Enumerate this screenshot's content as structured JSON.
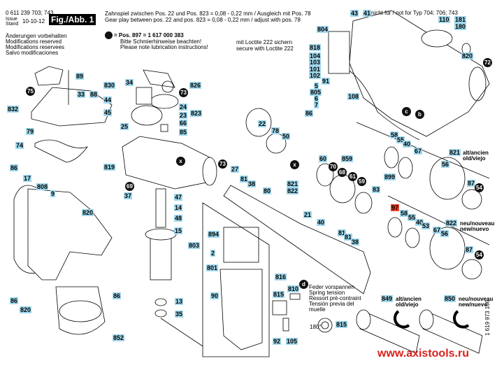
{
  "header": {
    "part_number": "0 611 239 703; 743",
    "issue_label": "Issue",
    "stand_label": "Stand",
    "date": "10-10-12",
    "figure": "Fig./Abb. 1",
    "changes": [
      "Änderungen vorbehalten",
      "Modifications reserved",
      "Modifications reservees",
      "Salvo modificaciones"
    ],
    "gear_play_de": "Zahnspiel zwischen Pos. 22 und Pos. 823  = 0,08 - 0,22 mm / Ausgleich mit Pos. 78",
    "gear_play_en": "Gear play between  pos. 22 and  pos. 823  = 0,08 - 0,22 mm / adjust with pos. 78",
    "lube_pos": "= Pos. 897 = 1 617 000 383",
    "lube_de": "Bitte Schmierhinweise beachten!",
    "lube_en": "Please note lubrication instructions!",
    "loctite_de": "mit Loctite 222 sichern",
    "loctite_en": "secure with Loctite 222",
    "not_for": "nicht für / not for Typ 704: 706; 743"
  },
  "notes": {
    "alt_old": "alt/ancien",
    "old_viejo": "old/viejo",
    "neu_new": "neu/nouveau",
    "new_nuevo": "new/nuevo",
    "spring": [
      "Feder vorspannen",
      "Spring tension",
      "Ressort pré-contraint",
      "Tensión previa del",
      "muelle"
    ],
    "angle": "180°"
  },
  "doc_number": "1 619 973 166",
  "watermark": "www.axistools.ru",
  "colors": {
    "label_bg": "#9fd8ed",
    "lube_marker": "#111111",
    "highlight": "#e5412b",
    "watermark": "#d7211e"
  },
  "labels": [
    {
      "text": "43",
      "kind": "box"
    },
    {
      "text": "41",
      "kind": "box"
    },
    {
      "text": "110",
      "kind": "box"
    },
    {
      "text": "181",
      "kind": "box"
    },
    {
      "text": "180",
      "kind": "box"
    },
    {
      "text": "804",
      "kind": "box"
    },
    {
      "text": "818",
      "kind": "box"
    },
    {
      "text": "104",
      "kind": "box"
    },
    {
      "text": "103",
      "kind": "box"
    },
    {
      "text": "101",
      "kind": "box"
    },
    {
      "text": "102",
      "kind": "box"
    },
    {
      "text": "820",
      "kind": "box"
    },
    {
      "text": "72",
      "kind": "circle"
    },
    {
      "text": "91",
      "kind": "box"
    },
    {
      "text": "5",
      "kind": "box"
    },
    {
      "text": "805",
      "kind": "box"
    },
    {
      "text": "6",
      "kind": "box"
    },
    {
      "text": "7",
      "kind": "box"
    },
    {
      "text": "86",
      "kind": "box"
    },
    {
      "text": "108",
      "kind": "box"
    },
    {
      "text": "c",
      "kind": "circle"
    },
    {
      "text": "b",
      "kind": "circle"
    },
    {
      "text": "89",
      "kind": "box"
    },
    {
      "text": "75",
      "kind": "circle"
    },
    {
      "text": "33",
      "kind": "box"
    },
    {
      "text": "88",
      "kind": "box"
    },
    {
      "text": "832",
      "kind": "box"
    },
    {
      "text": "79",
      "kind": "box"
    },
    {
      "text": "74",
      "kind": "box"
    },
    {
      "text": "830",
      "kind": "box"
    },
    {
      "text": "34",
      "kind": "box"
    },
    {
      "text": "826",
      "kind": "box"
    },
    {
      "text": "73",
      "kind": "circle"
    },
    {
      "text": "44",
      "kind": "box"
    },
    {
      "text": "45",
      "kind": "box"
    },
    {
      "text": "24",
      "kind": "box"
    },
    {
      "text": "23",
      "kind": "box"
    },
    {
      "text": "823",
      "kind": "box"
    },
    {
      "text": "66",
      "kind": "box"
    },
    {
      "text": "85",
      "kind": "box"
    },
    {
      "text": "25",
      "kind": "box"
    },
    {
      "text": "819",
      "kind": "box"
    },
    {
      "text": "x",
      "kind": "circle"
    },
    {
      "text": "22",
      "kind": "box"
    },
    {
      "text": "78",
      "kind": "box"
    },
    {
      "text": "50",
      "kind": "box"
    },
    {
      "text": "x",
      "kind": "circle"
    },
    {
      "text": "58",
      "kind": "box"
    },
    {
      "text": "55",
      "kind": "box"
    },
    {
      "text": "40",
      "kind": "box"
    },
    {
      "text": "67",
      "kind": "box"
    },
    {
      "text": "821",
      "kind": "box"
    },
    {
      "text": "56",
      "kind": "box"
    },
    {
      "text": "60",
      "kind": "box"
    },
    {
      "text": "70",
      "kind": "circle"
    },
    {
      "text": "859",
      "kind": "box"
    },
    {
      "text": "68",
      "kind": "circle"
    },
    {
      "text": "61",
      "kind": "circle"
    },
    {
      "text": "59",
      "kind": "circle"
    },
    {
      "text": "899",
      "kind": "box"
    },
    {
      "text": "87",
      "kind": "box"
    },
    {
      "text": "54",
      "kind": "circle"
    },
    {
      "text": "73",
      "kind": "circle"
    },
    {
      "text": "27",
      "kind": "box"
    },
    {
      "text": "86",
      "kind": "box"
    },
    {
      "text": "17",
      "kind": "box"
    },
    {
      "text": "808",
      "kind": "box"
    },
    {
      "text": "9",
      "kind": "box"
    },
    {
      "text": "820",
      "kind": "box"
    },
    {
      "text": "69",
      "kind": "circle"
    },
    {
      "text": "37",
      "kind": "box"
    },
    {
      "text": "47",
      "kind": "box"
    },
    {
      "text": "14",
      "kind": "box"
    },
    {
      "text": "48",
      "kind": "box"
    },
    {
      "text": "15",
      "kind": "box"
    },
    {
      "text": "803",
      "kind": "box"
    },
    {
      "text": "81",
      "kind": "box"
    },
    {
      "text": "38",
      "kind": "box"
    },
    {
      "text": "80",
      "kind": "box"
    },
    {
      "text": "821",
      "kind": "box"
    },
    {
      "text": "822",
      "kind": "box"
    },
    {
      "text": "83",
      "kind": "box"
    },
    {
      "text": "97",
      "kind": "red"
    },
    {
      "text": "58",
      "kind": "box"
    },
    {
      "text": "55",
      "kind": "box"
    },
    {
      "text": "40",
      "kind": "box"
    },
    {
      "text": "53",
      "kind": "box"
    },
    {
      "text": "822",
      "kind": "box"
    },
    {
      "text": "67",
      "kind": "box"
    },
    {
      "text": "56",
      "kind": "box"
    },
    {
      "text": "21",
      "kind": "box"
    },
    {
      "text": "40",
      "kind": "box"
    },
    {
      "text": "81",
      "kind": "box"
    },
    {
      "text": "81",
      "kind": "box"
    },
    {
      "text": "38",
      "kind": "box"
    },
    {
      "text": "87",
      "kind": "box"
    },
    {
      "text": "54",
      "kind": "circle"
    },
    {
      "text": "894",
      "kind": "box"
    },
    {
      "text": "2",
      "kind": "box"
    },
    {
      "text": "801",
      "kind": "box"
    },
    {
      "text": "90",
      "kind": "box"
    },
    {
      "text": "86",
      "kind": "box"
    },
    {
      "text": "86",
      "kind": "box"
    },
    {
      "text": "820",
      "kind": "box"
    },
    {
      "text": "13",
      "kind": "box"
    },
    {
      "text": "35",
      "kind": "box"
    },
    {
      "text": "852",
      "kind": "box"
    },
    {
      "text": "816",
      "kind": "box"
    },
    {
      "text": "810",
      "kind": "box"
    },
    {
      "text": "815",
      "kind": "box"
    },
    {
      "text": "92",
      "kind": "box"
    },
    {
      "text": "105",
      "kind": "box"
    },
    {
      "text": "d",
      "kind": "circle"
    },
    {
      "text": "815",
      "kind": "box"
    },
    {
      "text": "849",
      "kind": "box"
    },
    {
      "text": "850",
      "kind": "box"
    }
  ]
}
